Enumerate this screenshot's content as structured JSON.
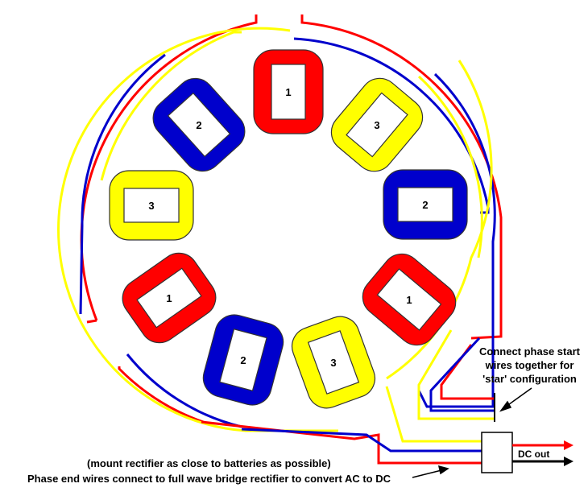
{
  "colors": {
    "phase1": "#ff0000",
    "phase2": "#0000cc",
    "phase3": "#ffff00",
    "outline": "#333333",
    "dc_positive": "#ff0000",
    "dc_negative": "#000000"
  },
  "coils": [
    {
      "label": "1",
      "phase": "phase1"
    },
    {
      "label": "3",
      "phase": "phase3"
    },
    {
      "label": "2",
      "phase": "phase2"
    },
    {
      "label": "1",
      "phase": "phase1"
    },
    {
      "label": "3",
      "phase": "phase3"
    },
    {
      "label": "2",
      "phase": "phase2"
    },
    {
      "label": "1",
      "phase": "phase1"
    },
    {
      "label": "3",
      "phase": "phase3"
    },
    {
      "label": "2",
      "phase": "phase2"
    }
  ],
  "notes": {
    "star_line1": "Connect phase start",
    "star_line2": "wires together for",
    "star_line3": "'star' configuration",
    "mount": "(mount rectifier as close to batteries as possible)",
    "phase_end": "Phase end wires connect to full wave bridge rectifier to convert AC to DC",
    "dc_out": "DC out"
  }
}
